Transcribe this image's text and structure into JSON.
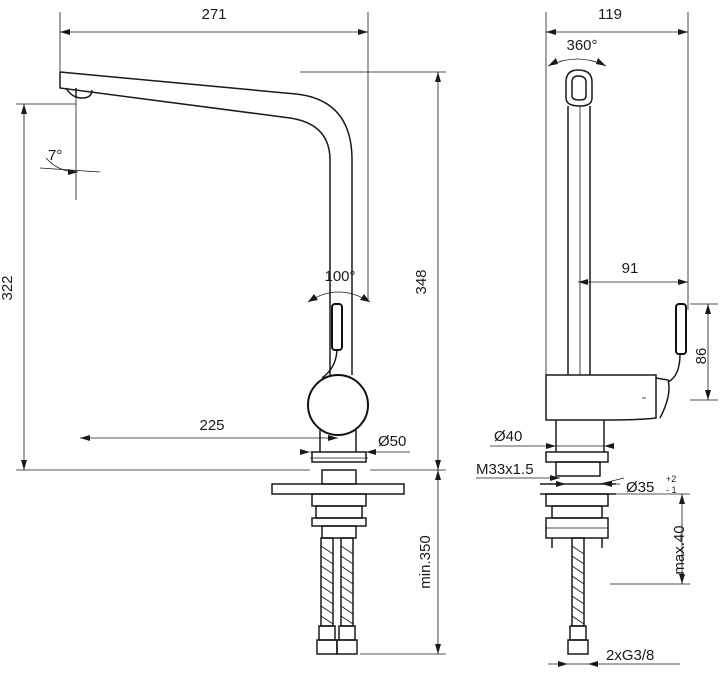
{
  "front_view": {
    "width_label": "271",
    "angle_spout_label": "7°",
    "height_322_label": "322",
    "height_348_label": "348",
    "lever_angle_label": "100°",
    "reach_label": "225",
    "base_diameter_label": "Ø50",
    "hose_length_label": "min.350"
  },
  "side_view": {
    "width_label": "119",
    "rotation_label": "360°",
    "lever_offset_label": "91",
    "lever_height_label": "86",
    "body_diameter_label": "Ø40",
    "thread_label": "M33x1.5",
    "hole_diameter_label": "Ø35",
    "tolerance_plus": "+2",
    "tolerance_minus": "- 1",
    "max_thickness_label": "max.40",
    "connection_label": "2xG3/8"
  }
}
